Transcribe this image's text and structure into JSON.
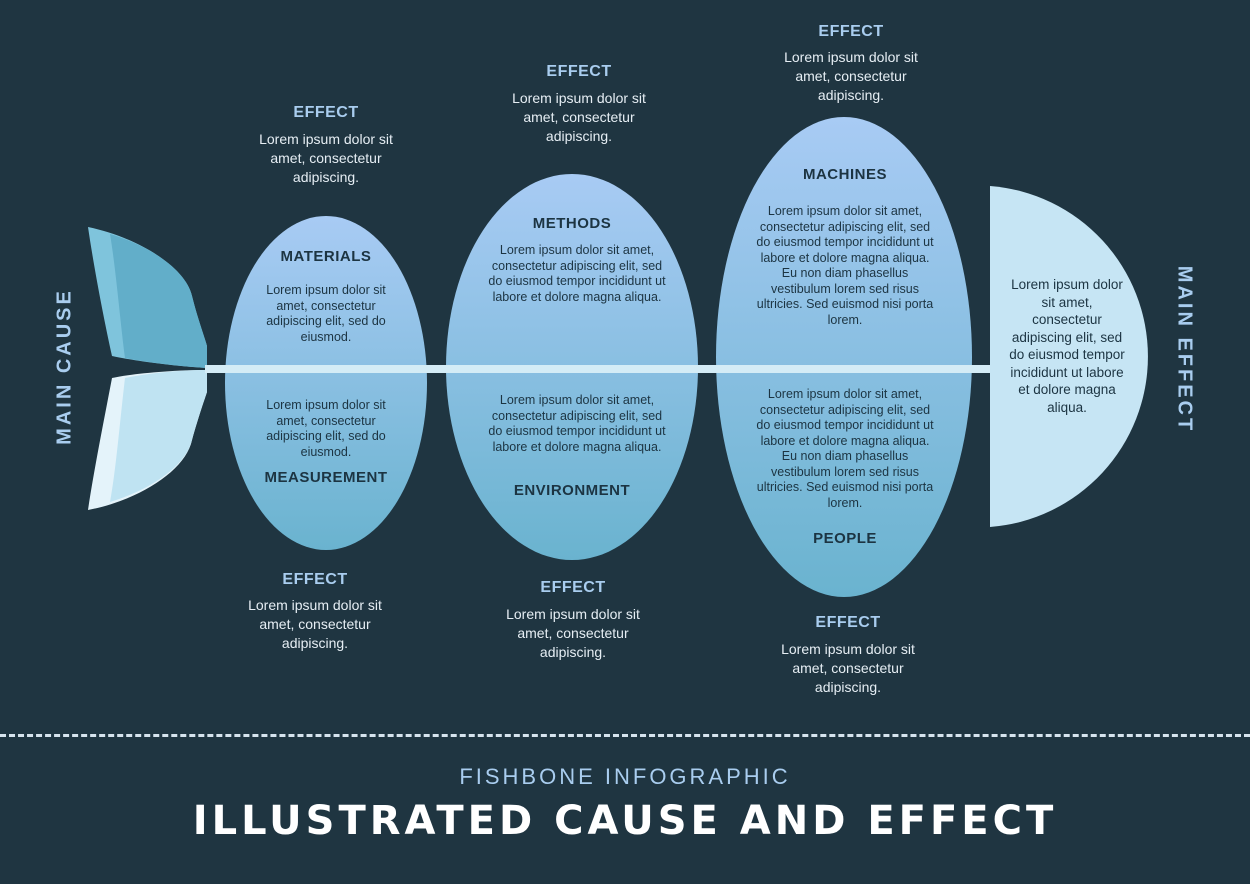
{
  "colors": {
    "background": "#1f3541",
    "accent": "#a9cdef",
    "spine": "#d4ecf6",
    "oval_top": "#a8cbf4",
    "oval_bottom": "#6ab3cf",
    "head": "#c6e5f4"
  },
  "labels": {
    "main_cause": "MAIN CAUSE",
    "main_effect": "MAIN EFFECT"
  },
  "head": {
    "text": "Lorem ipsum dolor sit amet, consectetur adipiscing elit, sed do eiusmod tempor incididunt ut labore et dolore magna aliqua."
  },
  "categories": {
    "materials": {
      "title": "MATERIALS",
      "text": "Lorem ipsum dolor sit amet, consectetur adipiscing elit, sed do eiusmod."
    },
    "measurement": {
      "title": "MEASUREMENT",
      "text": "Lorem ipsum dolor sit amet, consectetur adipiscing elit, sed do eiusmod."
    },
    "methods": {
      "title": "METHODS",
      "text": "Lorem ipsum dolor sit amet, consectetur adipiscing elit, sed do eiusmod tempor incididunt ut labore et dolore magna aliqua."
    },
    "environment": {
      "title": "ENVIRONMENT",
      "text": "Lorem ipsum dolor sit amet, consectetur adipiscing elit, sed do eiusmod tempor incididunt ut labore et dolore magna aliqua."
    },
    "machines": {
      "title": "MACHINES",
      "text": "Lorem ipsum dolor sit amet, consectetur adipiscing elit, sed do eiusmod tempor incididunt ut labore et dolore magna aliqua. Eu non diam phasellus vestibulum lorem sed risus ultricies. Sed euismod nisi porta lorem."
    },
    "people": {
      "title": "PEOPLE",
      "text": "Lorem ipsum dolor sit amet, consectetur adipiscing elit, sed do eiusmod tempor incididunt ut labore et dolore magna aliqua. Eu non diam phasellus vestibulum lorem sed risus ultricies. Sed euismod nisi porta lorem."
    }
  },
  "effects": {
    "top_1": {
      "title": "EFFECT",
      "text": "Lorem ipsum dolor sit amet, consectetur adipiscing."
    },
    "top_2": {
      "title": "EFFECT",
      "text": "Lorem ipsum dolor sit amet, consectetur adipiscing."
    },
    "top_3": {
      "title": "EFFECT",
      "text": "Lorem ipsum dolor sit amet, consectetur adipiscing."
    },
    "bottom_1": {
      "title": "EFFECT",
      "text": "Lorem ipsum dolor sit amet, consectetur adipiscing."
    },
    "bottom_2": {
      "title": "EFFECT",
      "text": "Lorem ipsum dolor sit amet, consectetur adipiscing."
    },
    "bottom_3": {
      "title": "EFFECT",
      "text": "Lorem ipsum dolor sit amet, consectetur adipiscing."
    }
  },
  "footer": {
    "subtitle": "FISHBONE INFOGRAPHIC",
    "title": "ILLUSTRATED CAUSE AND EFFECT"
  }
}
